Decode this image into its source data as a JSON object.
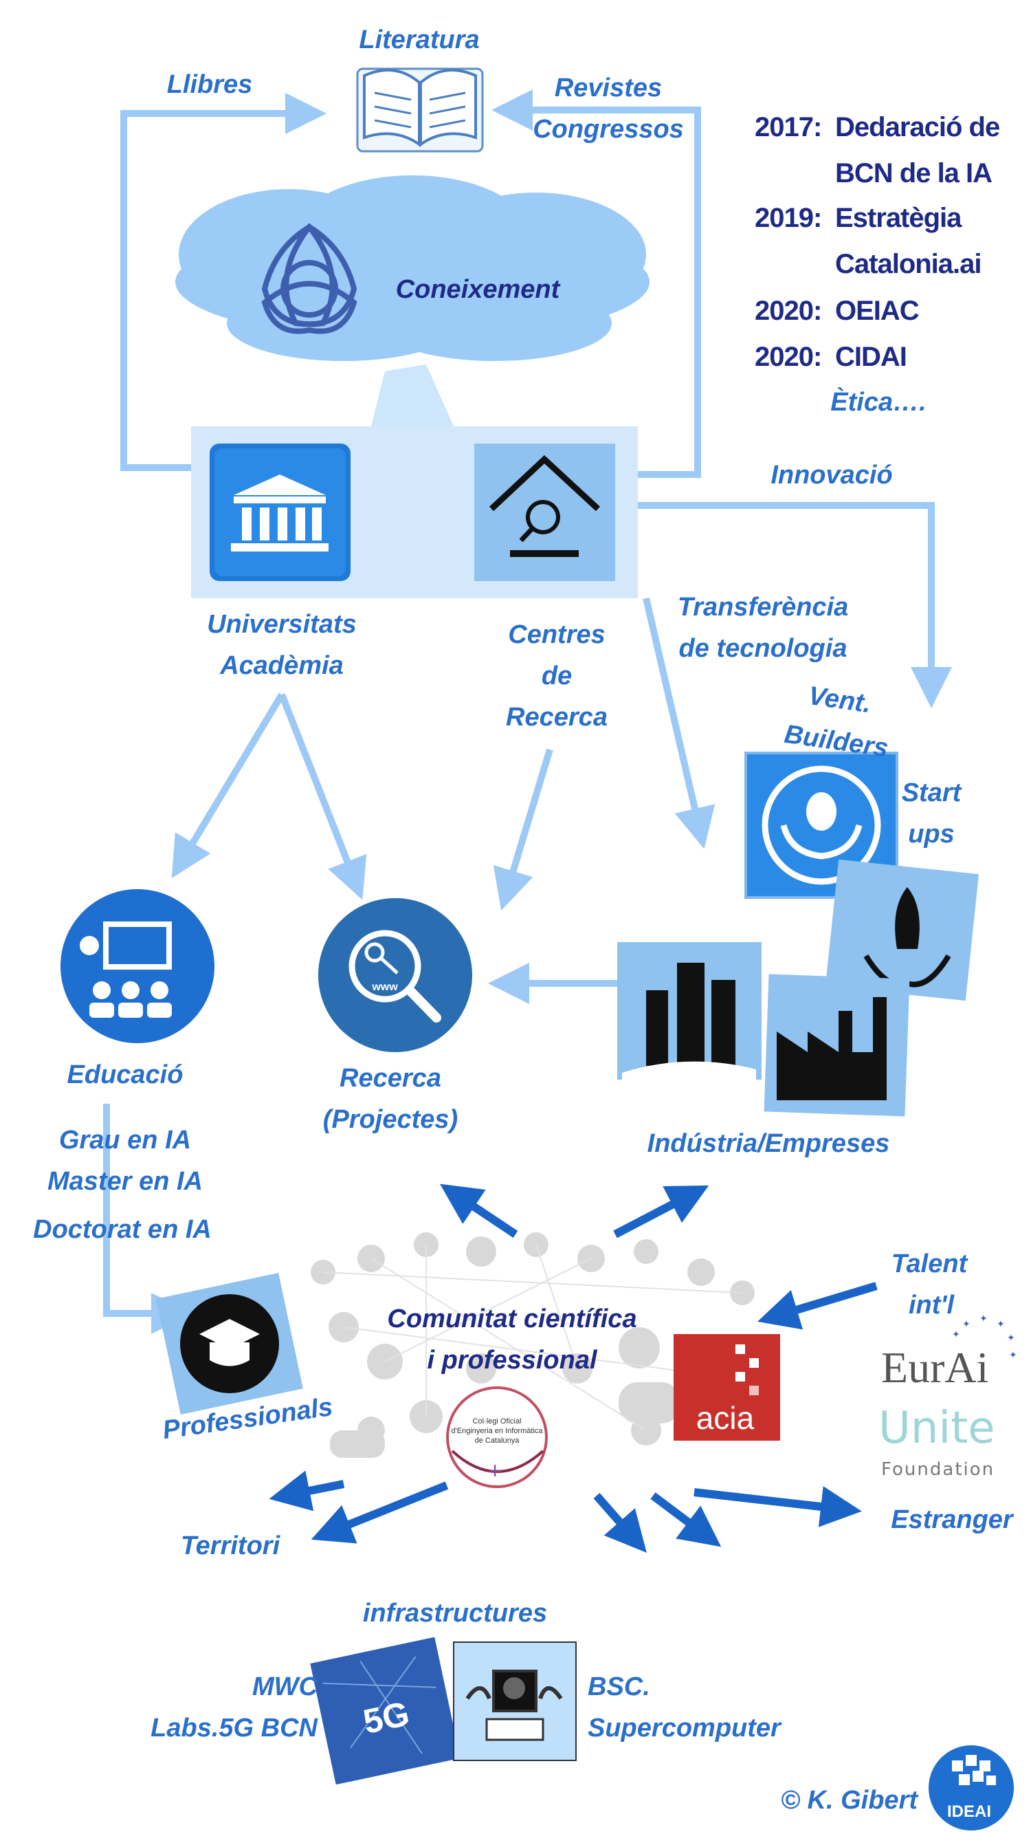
{
  "labels": {
    "literatura": "Literatura",
    "llibres": "Llibres",
    "revistes": "Revistes",
    "congressos": "Congressos",
    "coneixement": "Coneixement",
    "innovacio": "Innovació",
    "universitats": "Universitats",
    "academia": "Acadèmia",
    "centres": "Centres",
    "de": "de",
    "recerca_c": "Recerca",
    "transferencia": "Transferència",
    "de_tecnologia": "de tecnologia",
    "vent": "Vent.",
    "builders": "Builders",
    "start": "Start",
    "ups": "ups",
    "educacio": "Educació",
    "recerca": "Recerca",
    "projectes": "(Projectes)",
    "industria": "Indústria/Empreses",
    "grau": "Grau en IA",
    "master": "Master en IA",
    "doctorat": "Doctorat en  IA",
    "talent": "Talent",
    "intl": "int'l",
    "comunitat": "Comunitat científica",
    "i_professional": "i professional",
    "professionals": "Professionals",
    "territori": "Territori",
    "estranger": "Estranger",
    "infrastructures": "infrastructures",
    "mwc": "MWC",
    "labs5g": "Labs.5G BCN",
    "bsc": "BSC.",
    "supercomputer": "Supercomputer",
    "copyright": "© K. Gibert"
  },
  "timeline": [
    {
      "year": "2017:",
      "lines": [
        "Dedaració de",
        "BCN de la IA"
      ]
    },
    {
      "year": "2019:",
      "lines": [
        "Estratègia",
        "Catalonia.ai"
      ]
    },
    {
      "year": "2020:",
      "lines": [
        "OEIAC"
      ]
    },
    {
      "year": "2020:",
      "lines": [
        "CIDAI"
      ]
    }
  ],
  "etica": "Ètica….",
  "logos": {
    "acia": "acia",
    "eurai": "EurAi",
    "unite": "Unite",
    "foundation": "Foundation",
    "ideai": "IDEAI",
    "fiveg": "5G",
    "www": "www",
    "coeic_1": "Col·legi Oficial",
    "coeic_2": "d'Enginyeria en Informàtica",
    "coeic_3": "de Catalunya"
  },
  "colors": {
    "light_arrow": "#9cc9f5",
    "dark_arrow": "#1a64c8",
    "label_blue": "#2a6fc9",
    "dark_navy": "#1d2a86",
    "cloud": "#9ccbf7"
  }
}
